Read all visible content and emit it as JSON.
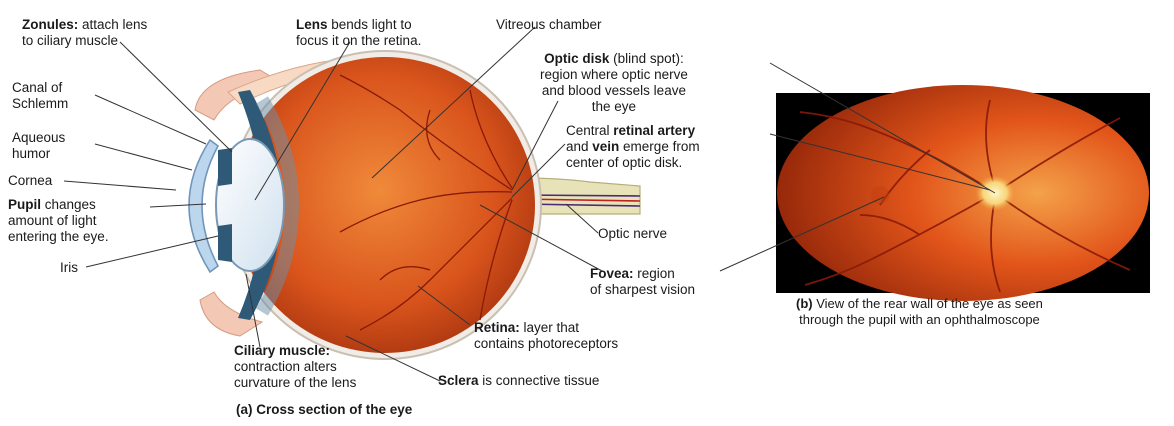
{
  "labels": {
    "zonules": {
      "bold": "Zonules:",
      "line1_rest": " attach lens",
      "line2": "to ciliary muscle"
    },
    "canal": {
      "line1": "Canal of",
      "line2": "Schlemm"
    },
    "aqueous": {
      "line1": "Aqueous",
      "line2": "humor"
    },
    "cornea": "Cornea",
    "pupil": {
      "bold": "Pupil",
      "line1_rest": " changes",
      "line2": "amount of light",
      "line3": "entering the eye."
    },
    "iris": "Iris",
    "lens": {
      "bold": "Lens",
      "line1_rest": " bends light to",
      "line2": "focus it on the retina."
    },
    "vitreous": "Vitreous chamber",
    "optic_disk": {
      "bold": "Optic disk",
      "line1_rest": " (blind spot):",
      "line2": "region where optic nerve",
      "line3": "and blood vessels leave",
      "line4": "the eye"
    },
    "artery": {
      "line1_pre": "Central ",
      "line1_bold": "retinal artery",
      "line2_pre": "and ",
      "line2_bold": "vein",
      "line2_rest": " emerge from",
      "line3": "center of optic disk."
    },
    "optic_nerve": "Optic nerve",
    "fovea": {
      "bold": "Fovea:",
      "line1_rest": " region",
      "line2": "of sharpest vision"
    },
    "retina": {
      "bold": "Retina:",
      "line1_rest": " layer that",
      "line2": "contains photoreceptors"
    },
    "ciliary": {
      "bold": "Ciliary muscle:",
      "line2": "contraction alters",
      "line3": "curvature of the lens"
    },
    "sclera": {
      "bold": "Sclera",
      "line1_rest": " is connective tissue"
    }
  },
  "captions": {
    "a": "(a) Cross section of the eye",
    "b_line1": "(b) View of the rear wall of the eye as seen",
    "b_line2": "through the pupil with an ophthalmoscope"
  },
  "colors": {
    "eyeball": "#d9541c",
    "fundus": "#e2551a",
    "vessel": "#8a1a08",
    "leader": "#333333",
    "cornea": "#bcd6ee",
    "iris": "#2e5a78"
  }
}
